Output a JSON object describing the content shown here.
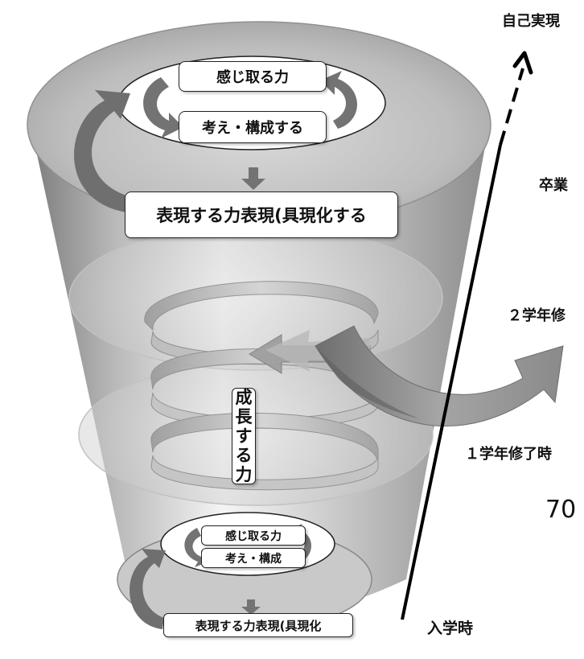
{
  "diagram": {
    "top_cycle": {
      "feel": "感じ取る力",
      "think": "考え・構成する",
      "express": "表現する力表現(具現化する"
    },
    "growth_label": [
      "成",
      "長",
      "す",
      "る",
      "力"
    ],
    "bottom_cycle": {
      "feel": "感じ取る力",
      "think": "考え・構成",
      "express": "表現する力表現(具現化"
    },
    "stages": {
      "self_actualization": "自己実現",
      "graduation": "卒業",
      "year2_complete": "２学年修",
      "year1_complete": "１学年修了時",
      "number": "70",
      "enrollment": "入学時"
    }
  }
}
